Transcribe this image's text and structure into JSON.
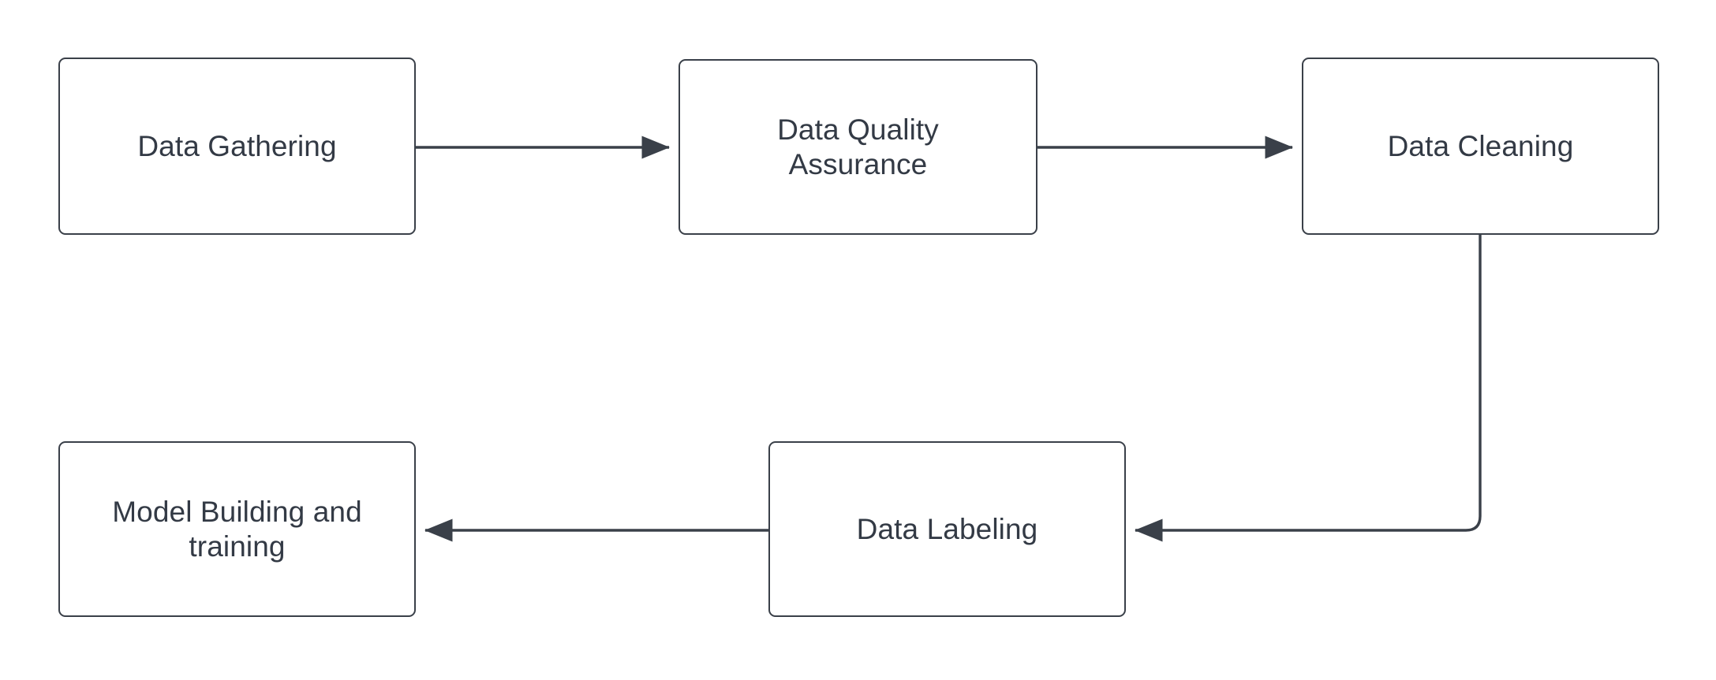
{
  "diagram": {
    "title": "Machine Learning Data Pipeline Flowchart",
    "background_color": "#ffffff",
    "node_fill": "#ffffff",
    "node_stroke": "#3a4049",
    "text_color": "#333a45",
    "edge_color": "#3a4049",
    "nodes": [
      {
        "id": "data-gathering",
        "label": "Data Gathering"
      },
      {
        "id": "data-quality",
        "label": "Data Quality\nAssurance"
      },
      {
        "id": "data-cleaning",
        "label": "Data Cleaning"
      },
      {
        "id": "data-labeling",
        "label": "Data Labeling"
      },
      {
        "id": "model-building",
        "label": "Model Building and\ntraining"
      }
    ],
    "edges": [
      {
        "id": "edge-gathering-to-quality",
        "from": "data-gathering",
        "to": "data-quality",
        "style": "straight-horizontal",
        "direction": "right"
      },
      {
        "id": "edge-quality-to-cleaning",
        "from": "data-quality",
        "to": "data-cleaning",
        "style": "straight-horizontal",
        "direction": "right"
      },
      {
        "id": "edge-cleaning-to-labeling",
        "from": "data-cleaning",
        "to": "data-labeling",
        "style": "elbow-down-left",
        "direction": "left"
      },
      {
        "id": "edge-labeling-to-model",
        "from": "data-labeling",
        "to": "model-building",
        "style": "straight-horizontal",
        "direction": "left"
      }
    ]
  }
}
